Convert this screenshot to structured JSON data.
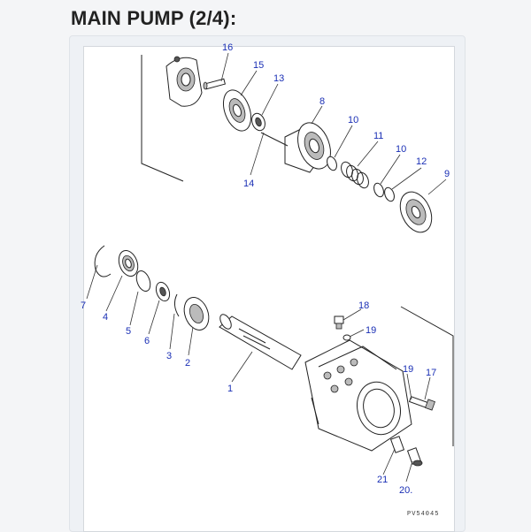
{
  "header": {
    "title": "MAIN PUMP (2/4):"
  },
  "diagram": {
    "drawing_code": "PV54045",
    "parts": [
      {
        "id": "p16",
        "label": "16"
      },
      {
        "id": "p15",
        "label": "15"
      },
      {
        "id": "p13",
        "label": "13"
      },
      {
        "id": "p8",
        "label": "8"
      },
      {
        "id": "p10a",
        "label": "10"
      },
      {
        "id": "p11",
        "label": "11"
      },
      {
        "id": "p10b",
        "label": "10"
      },
      {
        "id": "p12",
        "label": "12"
      },
      {
        "id": "p9",
        "label": "9"
      },
      {
        "id": "p14",
        "label": "14"
      },
      {
        "id": "p7",
        "label": "7"
      },
      {
        "id": "p4",
        "label": "4"
      },
      {
        "id": "p5",
        "label": "5"
      },
      {
        "id": "p6",
        "label": "6"
      },
      {
        "id": "p3",
        "label": "3"
      },
      {
        "id": "p2",
        "label": "2"
      },
      {
        "id": "p1",
        "label": "1"
      },
      {
        "id": "p18",
        "label": "18"
      },
      {
        "id": "p19a",
        "label": "19"
      },
      {
        "id": "p19b",
        "label": "19"
      },
      {
        "id": "p17",
        "label": "17"
      },
      {
        "id": "p21",
        "label": "21"
      },
      {
        "id": "p20",
        "label": "20."
      }
    ]
  }
}
